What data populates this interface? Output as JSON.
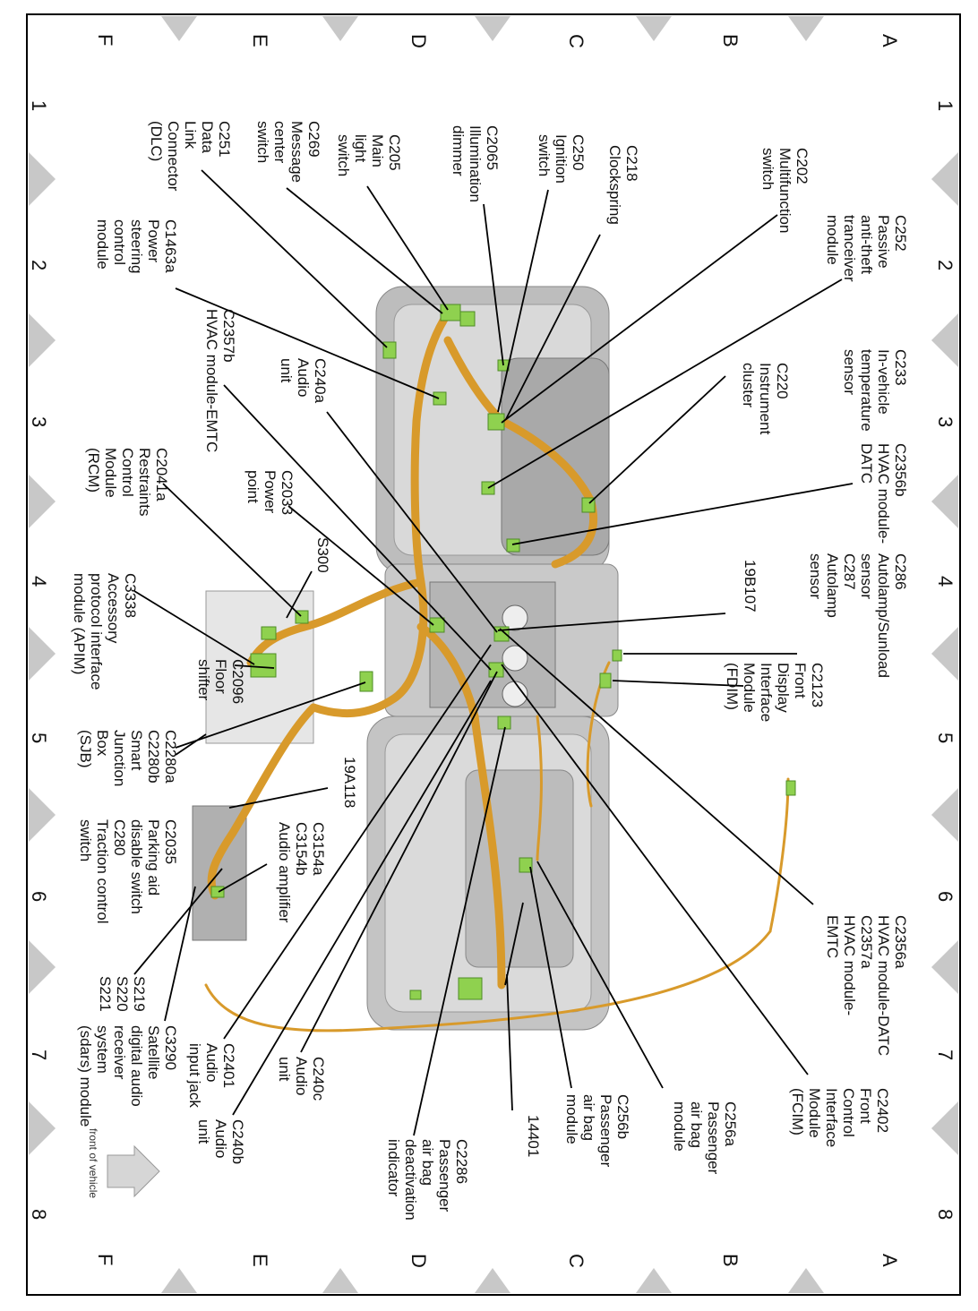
{
  "grid": {
    "letters": [
      "A",
      "B",
      "C",
      "D",
      "E",
      "F"
    ],
    "numbers": [
      "1",
      "2",
      "3",
      "4",
      "5",
      "6",
      "7",
      "8"
    ]
  },
  "labels": {
    "c202": [
      "C202",
      "Multifunction",
      "switch"
    ],
    "c218": [
      "C218",
      "Clockspring"
    ],
    "c250": [
      "C250",
      "Ignition",
      "switch"
    ],
    "c2065": [
      "C2065",
      "Illumination",
      "dimmer"
    ],
    "c205": [
      "C205",
      "Main",
      "light",
      "switch"
    ],
    "c269": [
      "C269",
      "Message",
      "center",
      "switch"
    ],
    "c251": [
      "C251",
      "Data",
      "Link",
      "Connector",
      "(DLC)"
    ],
    "c1463a": [
      "C1463a",
      "Power",
      "steering",
      "control",
      "module"
    ],
    "c252": [
      "C252",
      "Passive",
      "anti-theft",
      "tranceiver",
      "module"
    ],
    "c233": [
      "C233",
      "In-vehicle",
      "temperature",
      "sensor"
    ],
    "c220": [
      "C220",
      "Instrument",
      "cluster"
    ],
    "c240a": [
      "C240a",
      "Audio",
      "unit"
    ],
    "c2357b": [
      "C2357b",
      "HVAC module-EMTC"
    ],
    "c2356b": [
      "C2356b",
      "HVAC module-",
      "DATC"
    ],
    "c2041a": [
      "C2041a",
      "Restraints",
      "Control",
      "Module",
      "(RCM)"
    ],
    "c2033": [
      "C2033",
      "Power",
      "point"
    ],
    "s300": [
      "S300"
    ],
    "c286_287": [
      "C286",
      "Autolamp/Sunload",
      "sensor",
      "C287",
      "Autolamp",
      "sensor"
    ],
    "n19b107": [
      "19B107"
    ],
    "c2123": [
      "C2123",
      "Front",
      "Display",
      "Interface",
      "Module",
      "(FDIM)"
    ],
    "c3338": [
      "C3338",
      "Accessory",
      "protocol interface",
      "module (APIM)"
    ],
    "c2096": [
      "C2096",
      "Floor",
      "shifter"
    ],
    "c2280": [
      "C2280a",
      "C2280b",
      "Smart",
      "Junction",
      "Box",
      "(SJB)"
    ],
    "n19a118": [
      "19A118"
    ],
    "c3154": [
      "C3154a",
      "C3154b",
      "Audio amplifier"
    ],
    "c2035": [
      "C2035",
      "Parking aid",
      "disable switch",
      "C280",
      "Traction control",
      "switch"
    ],
    "c2356a": [
      "C2356a",
      "HVAC module-DATC",
      "C2357a",
      "HVAC module-",
      "EMTC"
    ],
    "c2402": [
      "C2402",
      "Front",
      "Control",
      "Interface",
      "Module",
      "(FCIM)"
    ],
    "c256a": [
      "C256a",
      "Passenger",
      "air bag",
      "module"
    ],
    "c256b": [
      "C256b",
      "Passenger",
      "air bag",
      "module"
    ],
    "n14401": [
      "14401"
    ],
    "c2286": [
      "C2286",
      "Passenger",
      "air bag",
      "deactivation",
      "indicator"
    ],
    "c240b": [
      "C240b",
      "Audio",
      "unit"
    ],
    "c240c": [
      "C240c",
      "Audio",
      "unit"
    ],
    "c2401": [
      "C2401",
      "Audio",
      "input jack"
    ],
    "c3290": [
      "C3290",
      "Satellite",
      "digital audio",
      "receiver",
      "system",
      "(sdars) module"
    ],
    "s219": [
      "S219",
      "S220",
      "S221"
    ]
  },
  "front_of_vehicle": "front of vehicle",
  "colors": {
    "harness": "#d89a2b",
    "connector": "#8fd14f",
    "dash_body": "#c4c4c4",
    "grid_marker": "#c8c8c8"
  }
}
